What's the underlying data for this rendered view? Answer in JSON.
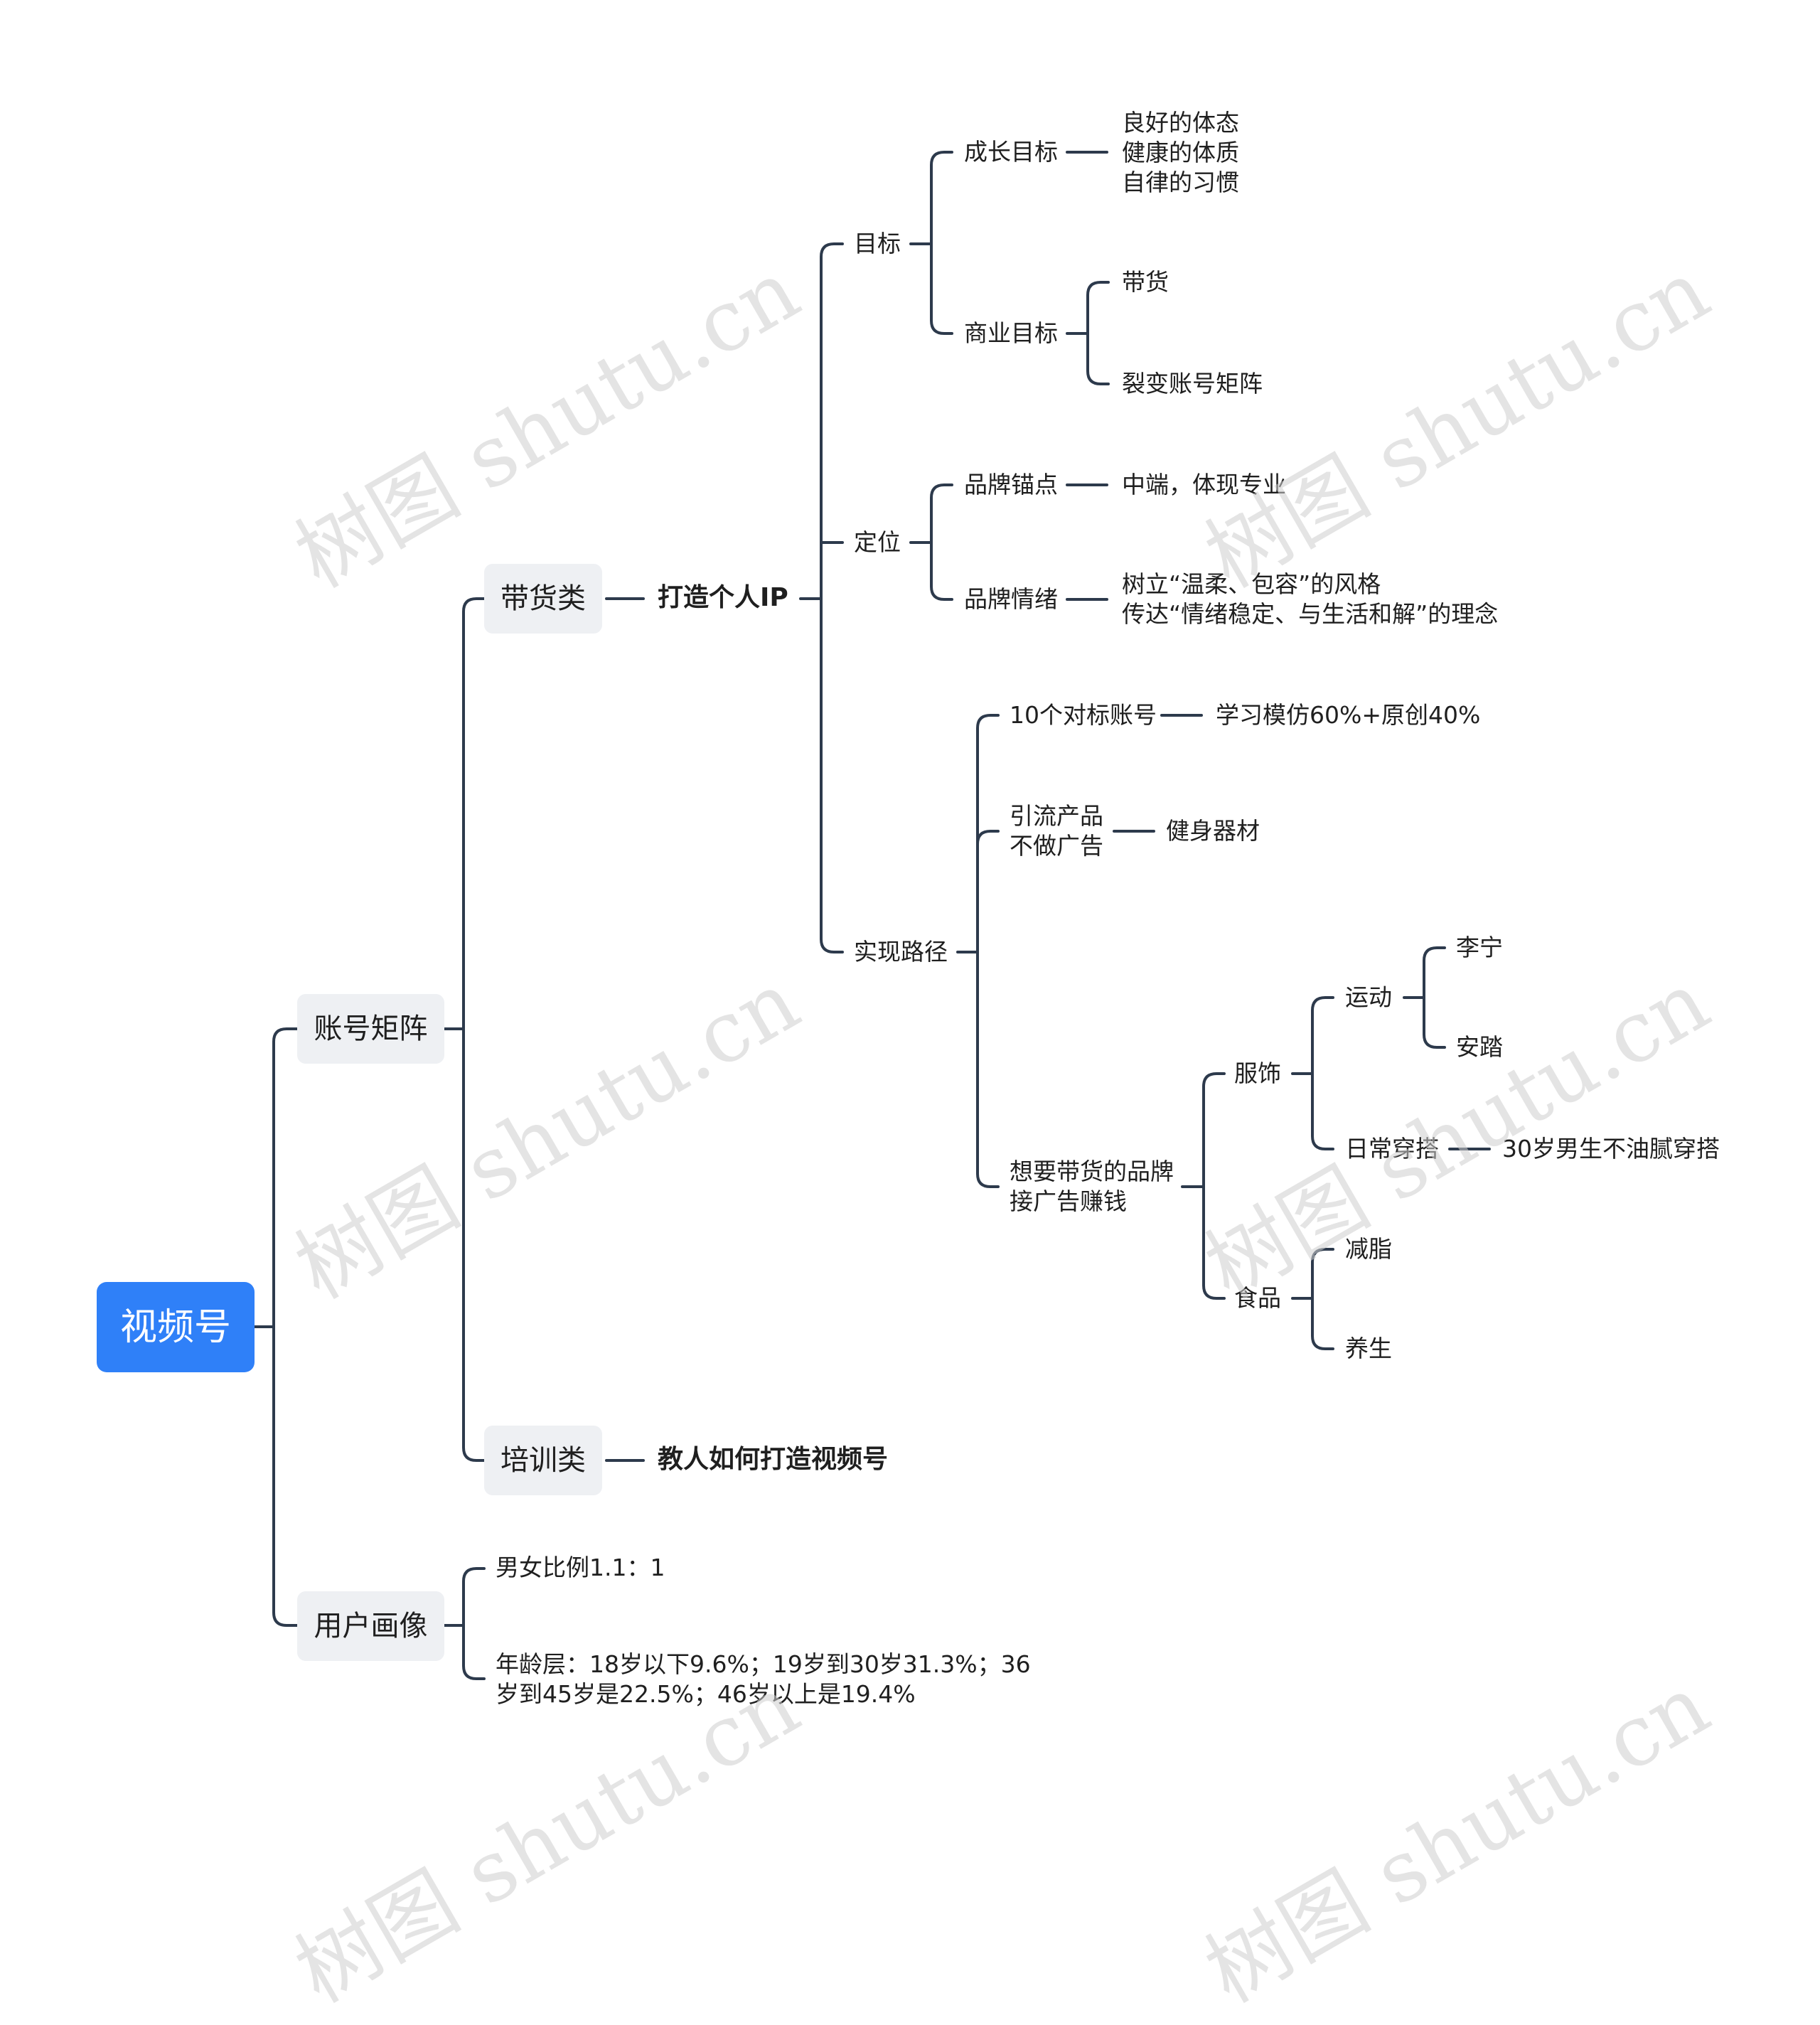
{
  "watermark": "树图 shutu.cn",
  "colors": {
    "line": "#2d3a4c",
    "root_bg": "#2f80f8",
    "node_bg": "#eef0f3"
  },
  "root": "视频号",
  "account_matrix": {
    "label": "账号矩阵",
    "sales": {
      "label": "带货类",
      "ip": "打造个人IP",
      "goal": {
        "label": "目标",
        "growth": {
          "label": "成长目标",
          "items": [
            "良好的体态",
            "健康的体质",
            "自律的习惯"
          ]
        },
        "business": {
          "label": "商业目标",
          "items": [
            "带货",
            "裂变账号矩阵"
          ]
        }
      },
      "positioning": {
        "label": "定位",
        "anchor": {
          "label": "品牌锚点",
          "value": "中端，体现专业"
        },
        "emotion": {
          "label": "品牌情绪",
          "lines": [
            "树立“温柔、包容”的风格",
            "传达“情绪稳定、与生活和解”的理念"
          ]
        }
      },
      "path": {
        "label": "实现路径",
        "benchmark": {
          "label": "10个对标账号",
          "value": "学习模仿60%+原创40%"
        },
        "traffic": {
          "lines": [
            "引流产品",
            "不做广告"
          ],
          "value": "健身器材"
        },
        "brand": {
          "lines": [
            "想要带货的品牌",
            "接广告赚钱"
          ],
          "apparel": {
            "label": "服饰",
            "sport": {
              "label": "运动",
              "items": [
                "李宁",
                "安踏"
              ]
            },
            "daily": {
              "label": "日常穿搭",
              "value": "30岁男生不油腻穿搭"
            }
          },
          "food": {
            "label": "食品",
            "items": [
              "减脂",
              "养生"
            ]
          }
        }
      }
    },
    "training": {
      "label": "培训类",
      "value": "教人如何打造视频号"
    }
  },
  "user_profile": {
    "label": "用户画像",
    "gender": "男女比例1.1：1",
    "age_lines": [
      "年龄层：18岁以下9.6%；19岁到30岁31.3%；36",
      "岁到45岁是22.5%；46岁以上是19.4%"
    ]
  }
}
